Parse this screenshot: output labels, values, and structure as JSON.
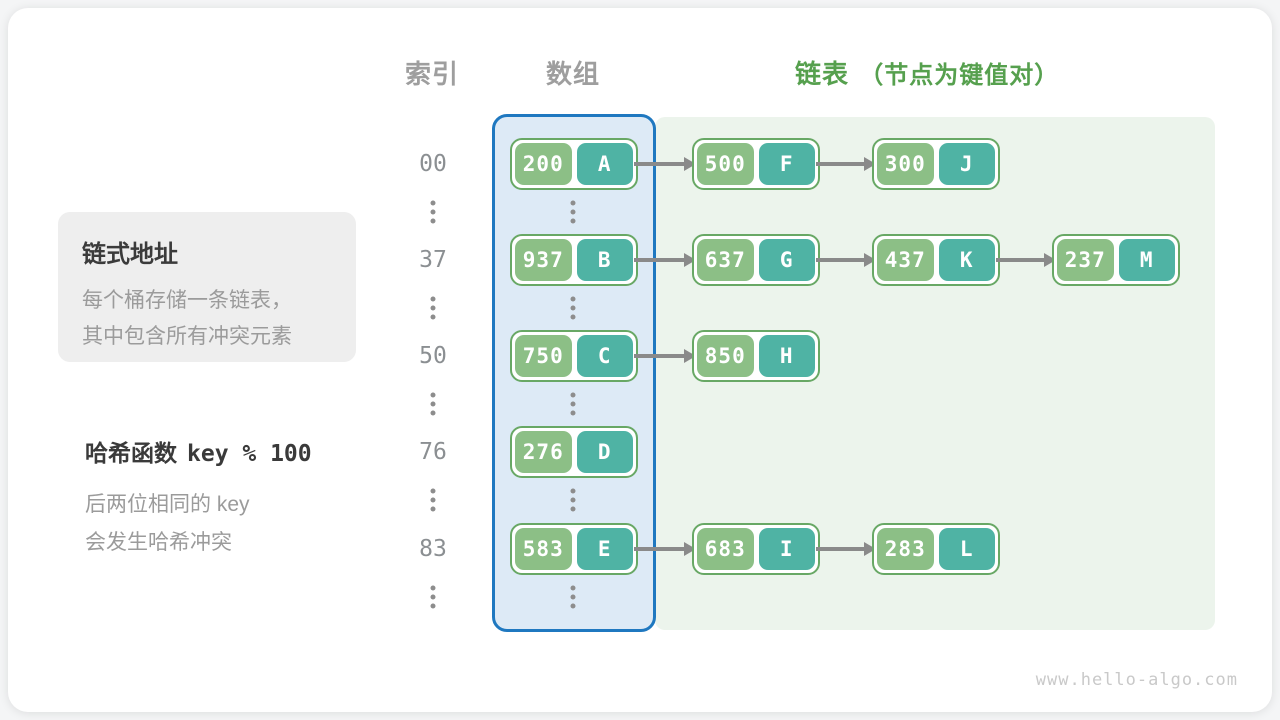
{
  "headers": {
    "index": "索引",
    "array": "数组",
    "list": "链表",
    "list_note": "（节点为键值对）"
  },
  "info_box": {
    "title": "链式地址",
    "lines": [
      "每个桶存储一条链表，",
      "其中包含所有冲突元素"
    ]
  },
  "hash_note": {
    "title_prefix": "哈希函数",
    "title_code": "key % 100",
    "lines": [
      "后两位相同的 key",
      "会发生哈希冲突"
    ]
  },
  "hash_table": {
    "rows": [
      {
        "index": "00",
        "nodes": [
          {
            "key": "200",
            "value": "A"
          },
          {
            "key": "500",
            "value": "F"
          },
          {
            "key": "300",
            "value": "J"
          }
        ]
      },
      {
        "index": "37",
        "nodes": [
          {
            "key": "937",
            "value": "B"
          },
          {
            "key": "637",
            "value": "G"
          },
          {
            "key": "437",
            "value": "K"
          },
          {
            "key": "237",
            "value": "M"
          }
        ]
      },
      {
        "index": "50",
        "nodes": [
          {
            "key": "750",
            "value": "C"
          },
          {
            "key": "850",
            "value": "H"
          }
        ]
      },
      {
        "index": "76",
        "nodes": [
          {
            "key": "276",
            "value": "D"
          }
        ]
      },
      {
        "index": "83",
        "nodes": [
          {
            "key": "583",
            "value": "E"
          },
          {
            "key": "683",
            "value": "I"
          },
          {
            "key": "283",
            "value": "L"
          }
        ]
      }
    ]
  },
  "colors": {
    "accent_green": "#56a04e",
    "node_border": "#68a865",
    "key_bg": "#8cbf86",
    "value_bg": "#4fb3a4",
    "array_border": "#1f78c0",
    "array_fill": "#ddeaf6",
    "list_fill": "#ecf4ec",
    "arrow": "#8a8a8a"
  },
  "watermark": "www.hello-algo.com"
}
